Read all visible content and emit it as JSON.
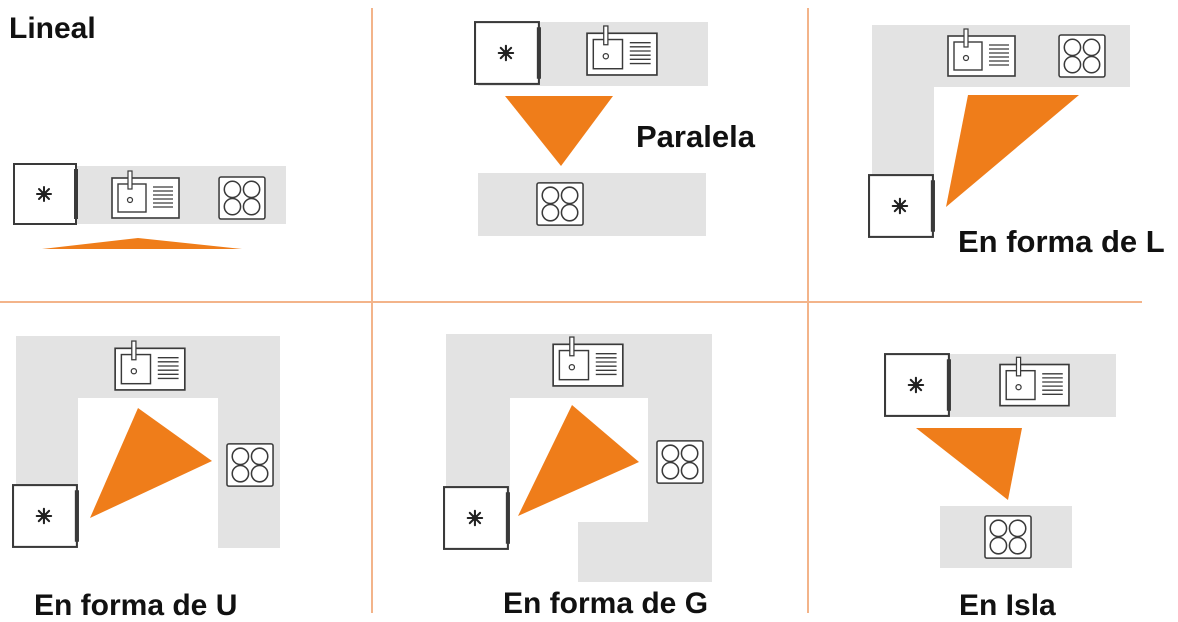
{
  "colors": {
    "background": "#ffffff",
    "counter": "#e3e3e3",
    "triangle": "#ef7d1a",
    "divider": "#f3b48a",
    "appliance_stroke": "#3a3a3a",
    "text": "#111111"
  },
  "icons": [
    "fridge-icon",
    "sink-icon",
    "cooktop-icon",
    "work-triangle"
  ],
  "layouts": {
    "lineal": {
      "label": "Lineal"
    },
    "paralela": {
      "label": "Paralela"
    },
    "l_shape": {
      "label": "En forma de L"
    },
    "u_shape": {
      "label": "En forma de U"
    },
    "g_shape": {
      "label": "En forma de G"
    },
    "island": {
      "label": "En Isla"
    }
  }
}
